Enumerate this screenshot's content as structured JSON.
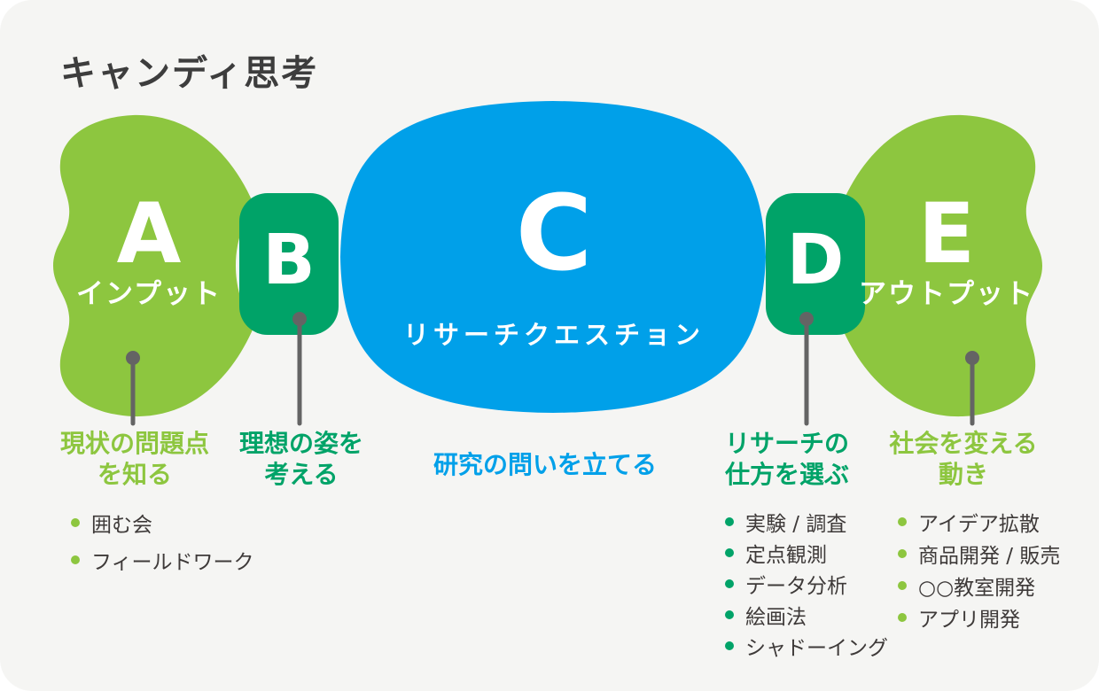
{
  "page": {
    "title": "キャンディ思考"
  },
  "colors": {
    "light_green": "#8dc63f",
    "teal_green": "#00a368",
    "blue": "#00a0e9",
    "connector_gray": "#646464",
    "text_dark": "#3e3a39",
    "card_background": "#f5f5f3"
  },
  "sections": [
    {
      "id": "A",
      "letter": "A",
      "sublabel": "インプット",
      "heading_line1": "現状の問題点",
      "heading_line2": "を知る",
      "items": [
        "囲む会",
        "フィールドワーク"
      ]
    },
    {
      "id": "B",
      "letter": "B",
      "heading_line1": "理想の姿を",
      "heading_line2": "考える"
    },
    {
      "id": "C",
      "letter": "C",
      "sublabel": "リサーチクエスチョン",
      "heading_line1": "研究の問いを立てる"
    },
    {
      "id": "D",
      "letter": "D",
      "heading_line1": "リサーチの",
      "heading_line2": "仕方を選ぶ",
      "items": [
        "実験 / 調査",
        "定点観測",
        "データ分析",
        "絵画法",
        "シャドーイング"
      ]
    },
    {
      "id": "E",
      "letter": "E",
      "sublabel": "アウトプット",
      "heading_line1": "社会を変える",
      "heading_line2": "動き",
      "items": [
        "アイデア拡散",
        "商品開発 / 販売",
        "○○教室開発",
        "アプリ開発"
      ]
    }
  ]
}
